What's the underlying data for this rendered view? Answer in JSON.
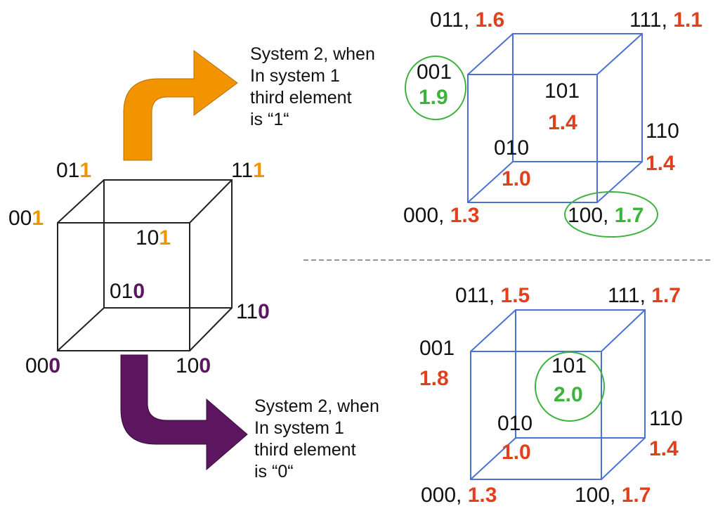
{
  "left_cube": {
    "vertices": {
      "v011": {
        "base": "01",
        "bit": "1"
      },
      "v111": {
        "base": "11",
        "bit": "1"
      },
      "v001": {
        "base": "00",
        "bit": "1"
      },
      "v101": {
        "base": "10",
        "bit": "1"
      },
      "v010": {
        "base": "01",
        "bit": "0"
      },
      "v110": {
        "base": "11",
        "bit": "0"
      },
      "v000": {
        "base": "00",
        "bit": "0"
      },
      "v100": {
        "base": "10",
        "bit": "0"
      }
    }
  },
  "caption_top": {
    "line1": "System 2, when",
    "line2": "In system 1",
    "line3": "third element",
    "line4": "is “1“"
  },
  "caption_bottom": {
    "line1": "System 2, when",
    "line2": "In system 1",
    "line3": "third element",
    "line4": "is “0“"
  },
  "top_cube": {
    "v011": {
      "code": "011,",
      "value": "1.6"
    },
    "v111": {
      "code": "111,",
      "value": "1.1"
    },
    "v001": {
      "code": "001",
      "value": "1.9"
    },
    "v101": {
      "code": "101",
      "value": "1.4"
    },
    "v110": {
      "code": "110",
      "value": "1.4"
    },
    "v010": {
      "code": "010",
      "value": "1.0"
    },
    "v000": {
      "code": "000,",
      "value": "1.3"
    },
    "v100": {
      "code": "100,",
      "value": "1.7"
    }
  },
  "bottom_cube": {
    "v011": {
      "code": "011,",
      "value": "1.5"
    },
    "v111": {
      "code": "111,",
      "value": "1.7"
    },
    "v001": {
      "code": "001",
      "value": "1.8"
    },
    "v101": {
      "code": "101",
      "value": "2.0"
    },
    "v010": {
      "code": "010",
      "value": "1.0"
    },
    "v110": {
      "code": "110",
      "value": "1.4"
    },
    "v000": {
      "code": "000,",
      "value": "1.3"
    },
    "v100": {
      "code": "100,",
      "value": "1.7"
    }
  },
  "colors": {
    "value_red": "#e2401c",
    "highlight_green": "#3cb43c",
    "bit_one_orange": "#f29400",
    "bit_zero_purple": "#5c1660",
    "cube_blue": "#4a72d6",
    "cube_black": "#222222"
  },
  "icons": {
    "arrow_up": "curved-arrow-right-icon",
    "arrow_down": "curved-arrow-right-icon"
  }
}
